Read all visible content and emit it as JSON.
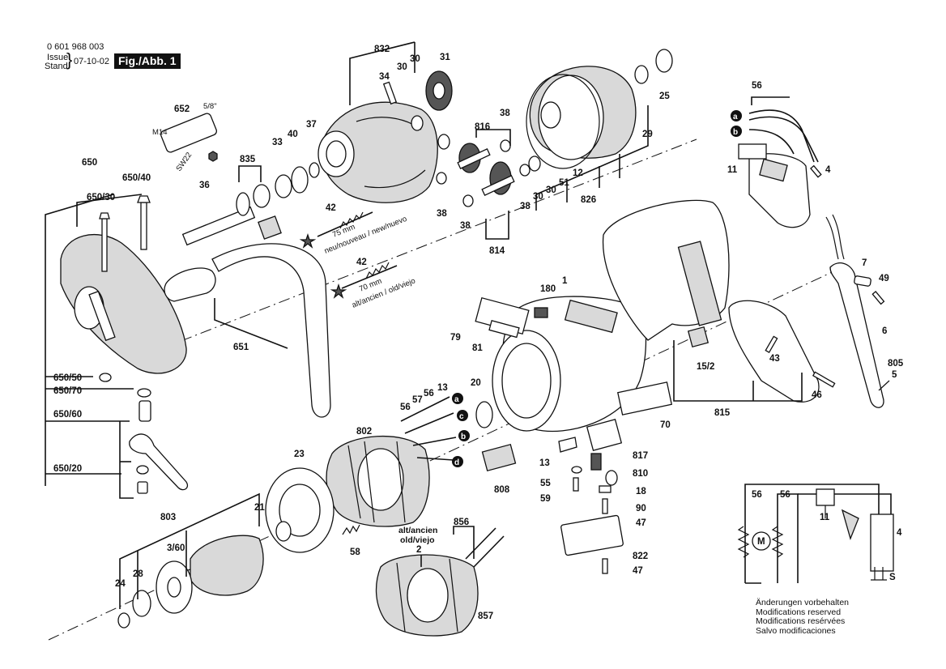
{
  "header": {
    "part_number": "0 601 968 003",
    "issue_label": "Issue",
    "stand_label": "Stand",
    "issue_date": "07-10-02",
    "figure_label": "Fig./Abb. 1"
  },
  "annotations": {
    "m14": "M14",
    "sw22": "SW22",
    "inch": "5/8\"",
    "len75": "75 mm",
    "new75": "neu/nouveau / new/nuevo",
    "len70": "70 mm",
    "old70": "alt/ancien / old/viejo",
    "old_label_1": "alt/ancien",
    "old_label_2": "old/viejo"
  },
  "labels": {
    "l832": "832",
    "l30a": "30",
    "l30b": "30",
    "l31": "31",
    "l34": "34",
    "l25": "25",
    "l652": "652",
    "l37": "37",
    "l40": "40",
    "l33": "33",
    "l835": "835",
    "l36": "36",
    "l650": "650",
    "l650_40": "650/40",
    "l650_30": "650/30",
    "l816": "816",
    "l38a": "38",
    "l38b": "38",
    "l38c": "38",
    "l38d": "38",
    "l29": "29",
    "l12": "12",
    "l51": "51",
    "l30c": "30",
    "l30d": "30",
    "l826": "826",
    "l814": "814",
    "l42a": "42",
    "l42b": "42",
    "l56a": "56",
    "l11a": "11",
    "l4a": "4",
    "l180": "180",
    "l1": "1",
    "l79": "79",
    "l81": "81",
    "l651": "651",
    "l7": "7",
    "l49": "49",
    "l6": "6",
    "l43": "43",
    "l15_2": "15/2",
    "l805": "805",
    "l5": "5",
    "l46": "46",
    "l815": "815",
    "l650_50": "650/50",
    "l650_70": "650/70",
    "l650_60": "650/60",
    "l650_20": "650/20",
    "l56b": "56",
    "l57": "57",
    "l56c": "56",
    "l13a": "13",
    "l20": "20",
    "l70": "70",
    "l802": "802",
    "l817": "817",
    "l13b": "13",
    "l810": "810",
    "l808": "808",
    "l55": "55",
    "l59": "59",
    "l18": "18",
    "l90": "90",
    "l47a": "47",
    "l23": "23",
    "l21": "21",
    "l803": "803",
    "l3_60": "3/60",
    "l28": "28",
    "l24": "24",
    "l58": "58",
    "l856": "856",
    "l2": "2",
    "l857": "857",
    "l822": "822",
    "l47b": "47",
    "w56a": "56",
    "w56b": "56",
    "w11": "11",
    "w4": "4",
    "wm": "M",
    "ws": "S"
  },
  "markers": {
    "ma1": "a",
    "mb1": "b",
    "ma2": "a",
    "mc": "c",
    "mb2": "b",
    "md": "d"
  },
  "notes": {
    "de": "Änderungen vorbehalten",
    "en": "Modifications reserved",
    "fr": "Modifications resérvées",
    "es": "Salvo modificaciones"
  }
}
